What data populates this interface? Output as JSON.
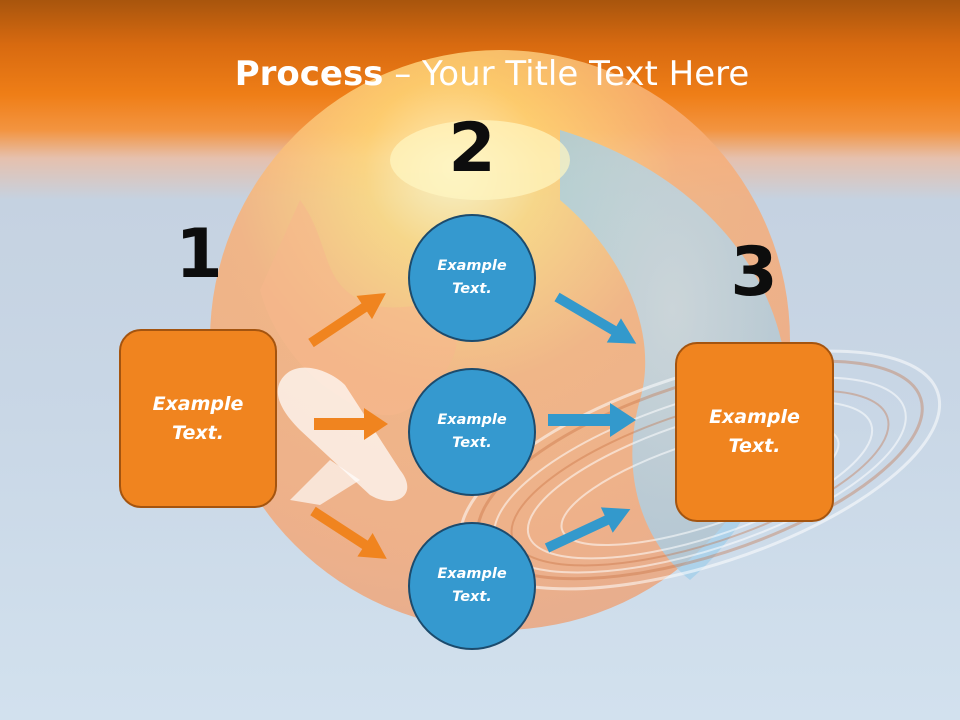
{
  "title": {
    "bold": "Process",
    "rest": " – Your Title Text Here"
  },
  "steps": {
    "one": "1",
    "two": "2",
    "three": "3"
  },
  "nodes": {
    "left_box": "Example\nText.",
    "circle_top": "Example\nText.",
    "circle_mid": "Example\nText.",
    "circle_bottom": "Example\nText.",
    "right_box": "Example\nText."
  },
  "colors": {
    "orange_fill": "#f0841f",
    "orange_border": "#a4540f",
    "blue_fill": "#3599cf",
    "blue_border": "#1c4b6d",
    "orange_arrow": "#f0841f",
    "blue_arrow": "#3399cc"
  }
}
